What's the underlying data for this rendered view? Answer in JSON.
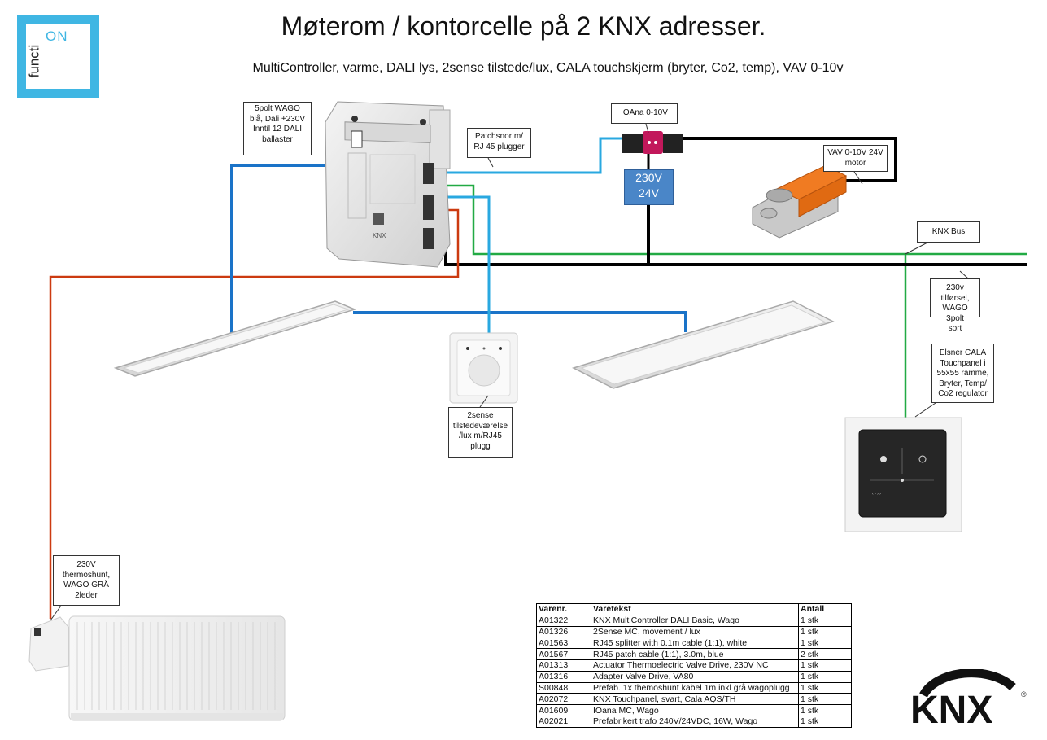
{
  "title": "Møterom / kontorcelle på 2 KNX adresser.",
  "subtitle": "MultiController, varme, DALI lys, 2sense tilstede/lux, CALA touchskjerm (bryter, Co2, temp), VAV 0-10v",
  "logo": {
    "top_text": "ON",
    "side_text": "functi",
    "color": "#3fb6e3"
  },
  "colors": {
    "dali": "#1a73c8",
    "patch": "#29a8e0",
    "knx": "#22aa44",
    "power": "#000000",
    "thermo": "#cc3a10",
    "transformer": "#4a86c8"
  },
  "callouts": {
    "wago5": [
      "5polt WAGO",
      "blå, Dali +230V",
      "Inntil 12 DALI",
      "ballaster"
    ],
    "patch": [
      "Patchsnor m/",
      "RJ 45 plugger"
    ],
    "ioana": [
      "IOAna 0-10V"
    ],
    "vav": [
      "VAV 0-10V 24V",
      "motor"
    ],
    "knxbus": [
      "KNX Bus"
    ],
    "supply": [
      "230v tilførsel,",
      "WAGO 3polt",
      "sort"
    ],
    "cala": [
      "Elsner CALA",
      "Touchpanel i",
      "55x55 ramme,",
      "Bryter, Temp/",
      "Co2 regulator"
    ],
    "sense": [
      "2sense",
      "tilstedeværelse",
      "/lux m/RJ45",
      "plugg"
    ],
    "thermo": [
      "230V",
      "thermoshunt,",
      "WAGO GRÅ",
      "2leder"
    ]
  },
  "transformer": {
    "line1": "230V",
    "line2": "24V"
  },
  "controller": {
    "brand": "KNX"
  },
  "bom": {
    "headers": [
      "Varenr.",
      "Varetekst",
      "Antall"
    ],
    "rows": [
      [
        "A01322",
        "KNX MultiController DALI Basic, Wago",
        "1 stk"
      ],
      [
        "A01326",
        "2Sense MC, movement / lux",
        "1 stk"
      ],
      [
        "A01563",
        "RJ45 splitter with 0.1m cable (1:1), white",
        "1 stk"
      ],
      [
        "A01567",
        "RJ45 patch cable (1:1), 3.0m, blue",
        "2 stk"
      ],
      [
        "A01313",
        "Actuator Thermoelectric Valve Drive, 230V NC",
        "1 stk"
      ],
      [
        "A01316",
        "Adapter Valve Drive, VA80",
        "1 stk"
      ],
      [
        "S00848",
        "Prefab. 1x themoshunt kabel 1m inkl grå wagoplugg",
        "1 stk"
      ],
      [
        "A02072",
        "KNX Touchpanel, svart, Cala AQS/TH",
        "1 stk"
      ],
      [
        "A01609",
        "IOana MC, Wago",
        "1 stk"
      ],
      [
        "A02021",
        "Prefabrikert trafo 240V/24VDC, 16W, Wago",
        "1 stk"
      ]
    ]
  },
  "knx_logo": {
    "text": "KNX",
    "mark": "®"
  }
}
